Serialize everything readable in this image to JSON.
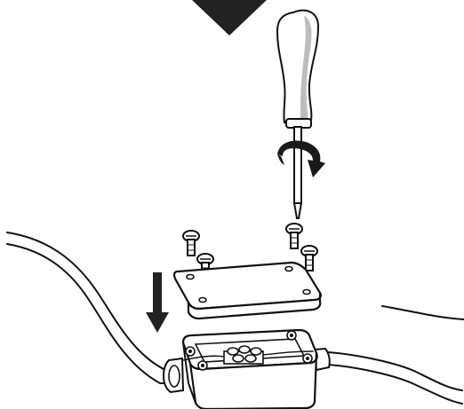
{
  "figure": {
    "colors": {
      "ink": "#111111",
      "arrow": "#222222",
      "handle_shade": "#bdbdbd",
      "background": "#ffffff"
    },
    "parts": [
      "top-pointer-arrow",
      "screwdriver",
      "rotation-arrow",
      "screws",
      "box-lid",
      "down-arrow",
      "junction-box",
      "cable"
    ],
    "screw_count": 4,
    "lid_hole_count": 4
  }
}
